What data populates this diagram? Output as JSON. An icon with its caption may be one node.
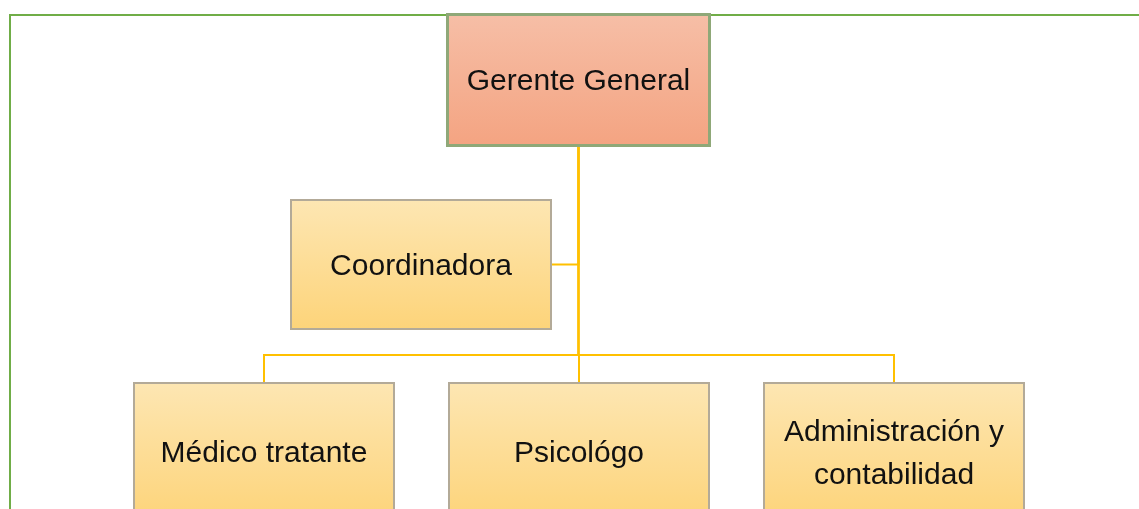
{
  "diagram": {
    "nodes": [
      {
        "text": [
          "Gerente General"
        ]
      },
      {
        "text": [
          "Coordinadora"
        ]
      },
      {
        "text": [
          "Médico tratante"
        ]
      },
      {
        "text": [
          "Psicológo"
        ]
      },
      {
        "text": [
          "Administración y contabilidad"
        ]
      }
    ],
    "edges": [
      {
        "from": 0,
        "to": 1,
        "arrow": "none"
      },
      {
        "from": 0,
        "to": 2,
        "arrow": "none"
      },
      {
        "from": 0,
        "to": 3,
        "arrow": "none"
      },
      {
        "from": 0,
        "to": 4,
        "arrow": "none"
      }
    ]
  }
}
